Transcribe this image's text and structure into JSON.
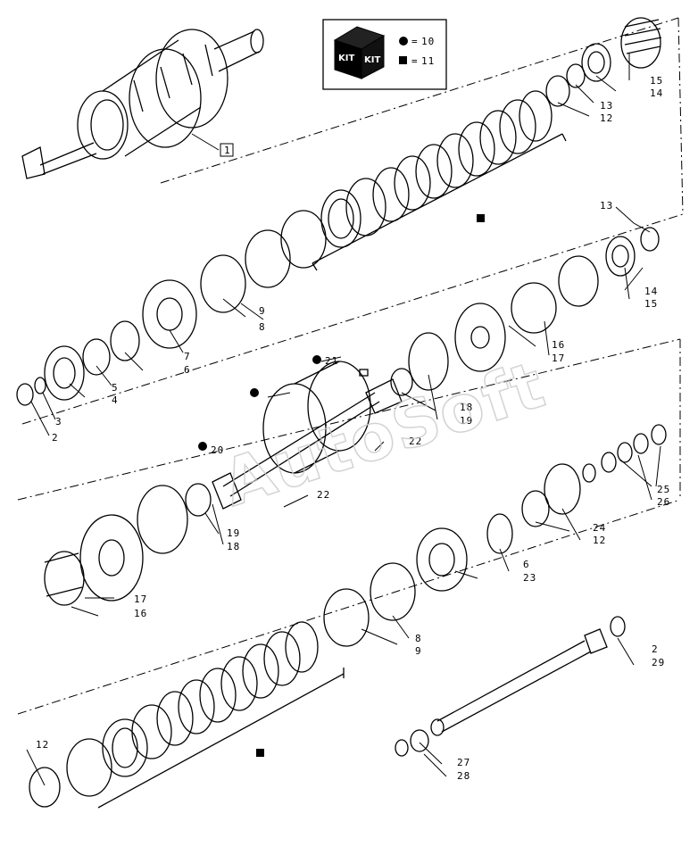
{
  "watermark": "AutoSoft",
  "kit_legend": {
    "kit_label": "KIT",
    "items": [
      {
        "marker": "circle",
        "value": "10"
      },
      {
        "marker": "square",
        "value": "11"
      }
    ]
  },
  "callouts": {
    "c1": "1",
    "c2a": "2",
    "c3": "3",
    "c4": "4",
    "c5": "5",
    "c6a": "6",
    "c7": "7",
    "c8a": "8",
    "c9a": "9",
    "c12a": "12",
    "c13a": "13",
    "c14a": "14",
    "c15a": "15",
    "c13b": "13",
    "c14b": "14",
    "c15b": "15",
    "c16a": "16",
    "c17a": "17",
    "c18a": "18",
    "c19a": "19",
    "c20": "20",
    "c21": "21",
    "c22a": "22",
    "c22b": "22",
    "c19b": "19",
    "c18b": "18",
    "c17b": "17",
    "c16b": "16",
    "c25": "25",
    "c26": "26",
    "c24": "24",
    "c12b": "12",
    "c6b": "6",
    "c23": "23",
    "c8b": "8",
    "c9b": "9",
    "c2b": "2",
    "c29": "29",
    "c27": "27",
    "c28": "28",
    "c12c": "12"
  },
  "colors": {
    "line": "#000000",
    "watermark": "#c9c9c9"
  }
}
